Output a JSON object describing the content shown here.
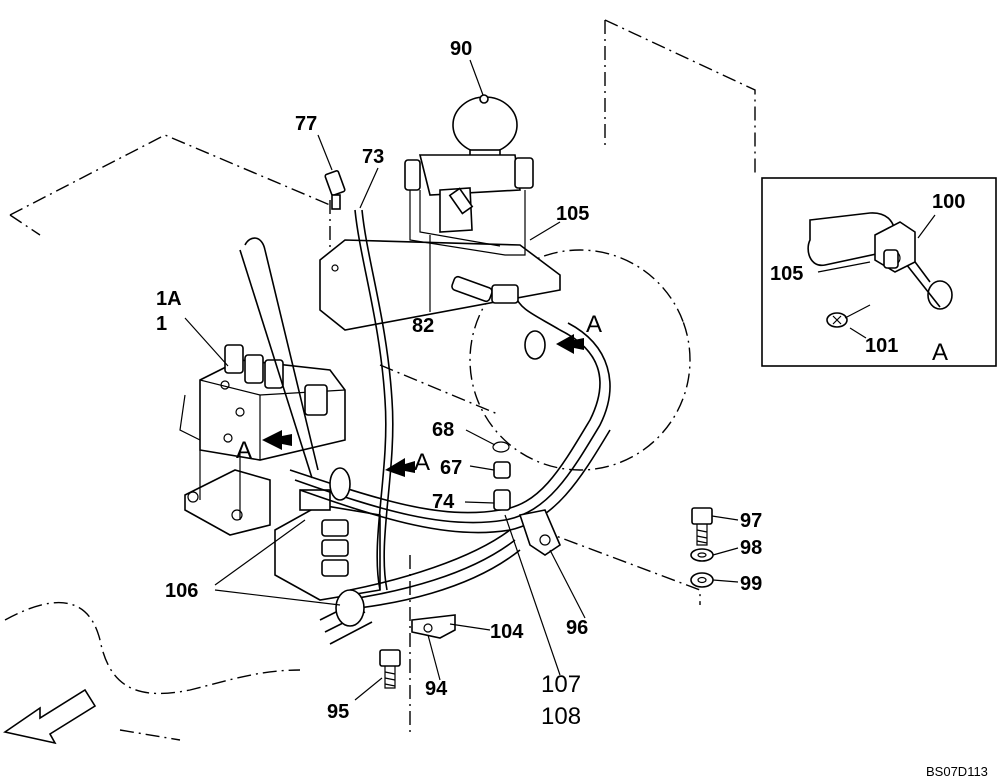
{
  "diagram": {
    "drawing_code": "BS07D113",
    "callouts": {
      "c1A": "1A",
      "c1": "1",
      "c68": "68",
      "c67": "67",
      "c73": "73",
      "c74": "74",
      "c77": "77",
      "c82": "82",
      "c90": "90",
      "c94": "94",
      "c95": "95",
      "c96": "96",
      "c97": "97",
      "c98": "98",
      "c99": "99",
      "c104": "104",
      "c105_main": "105",
      "c106": "106",
      "c107": "107",
      "c108": "108"
    },
    "view_markers": {
      "a1": "A",
      "a2": "A",
      "a3": "A",
      "a4": "A"
    },
    "detail_a": {
      "c100": "100",
      "c105": "105",
      "c101": "101",
      "view": "A"
    }
  }
}
